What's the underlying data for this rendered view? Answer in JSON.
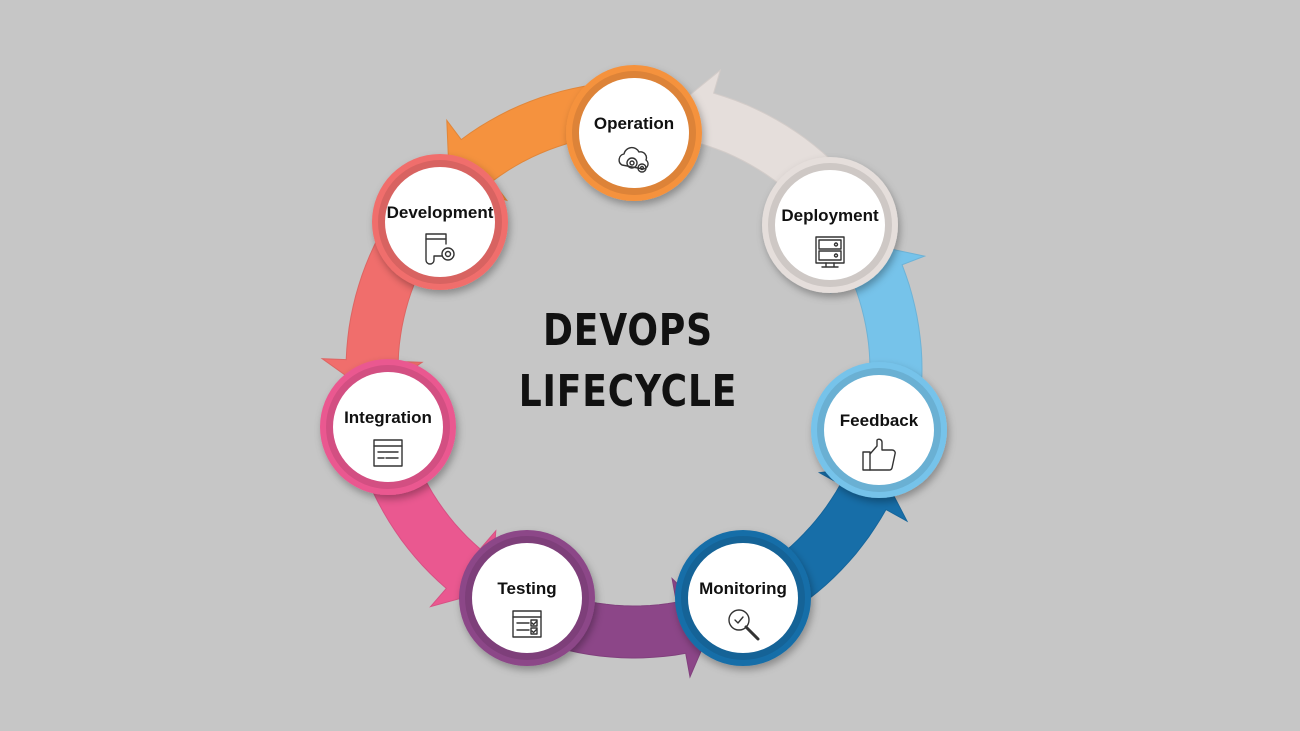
{
  "title_lines": [
    "DEVOPS",
    "LIFECYCLE"
  ],
  "stages": [
    {
      "label": "Operation",
      "icon": "gear-cloud-icon",
      "color": "#f5923e"
    },
    {
      "label": "Deployment",
      "icon": "server-icon",
      "color": "#e5dedb"
    },
    {
      "label": "Feedback",
      "icon": "thumbs-up-icon",
      "color": "#76c3ea"
    },
    {
      "label": "Monitoring",
      "icon": "magnifier-icon",
      "color": "#176ea8"
    },
    {
      "label": "Testing",
      "icon": "checklist-icon",
      "color": "#8c4688"
    },
    {
      "label": "Integration",
      "icon": "window-icon",
      "color": "#ea5890"
    },
    {
      "label": "Development",
      "icon": "code-gear-icon",
      "color": "#f06e6c"
    }
  ]
}
